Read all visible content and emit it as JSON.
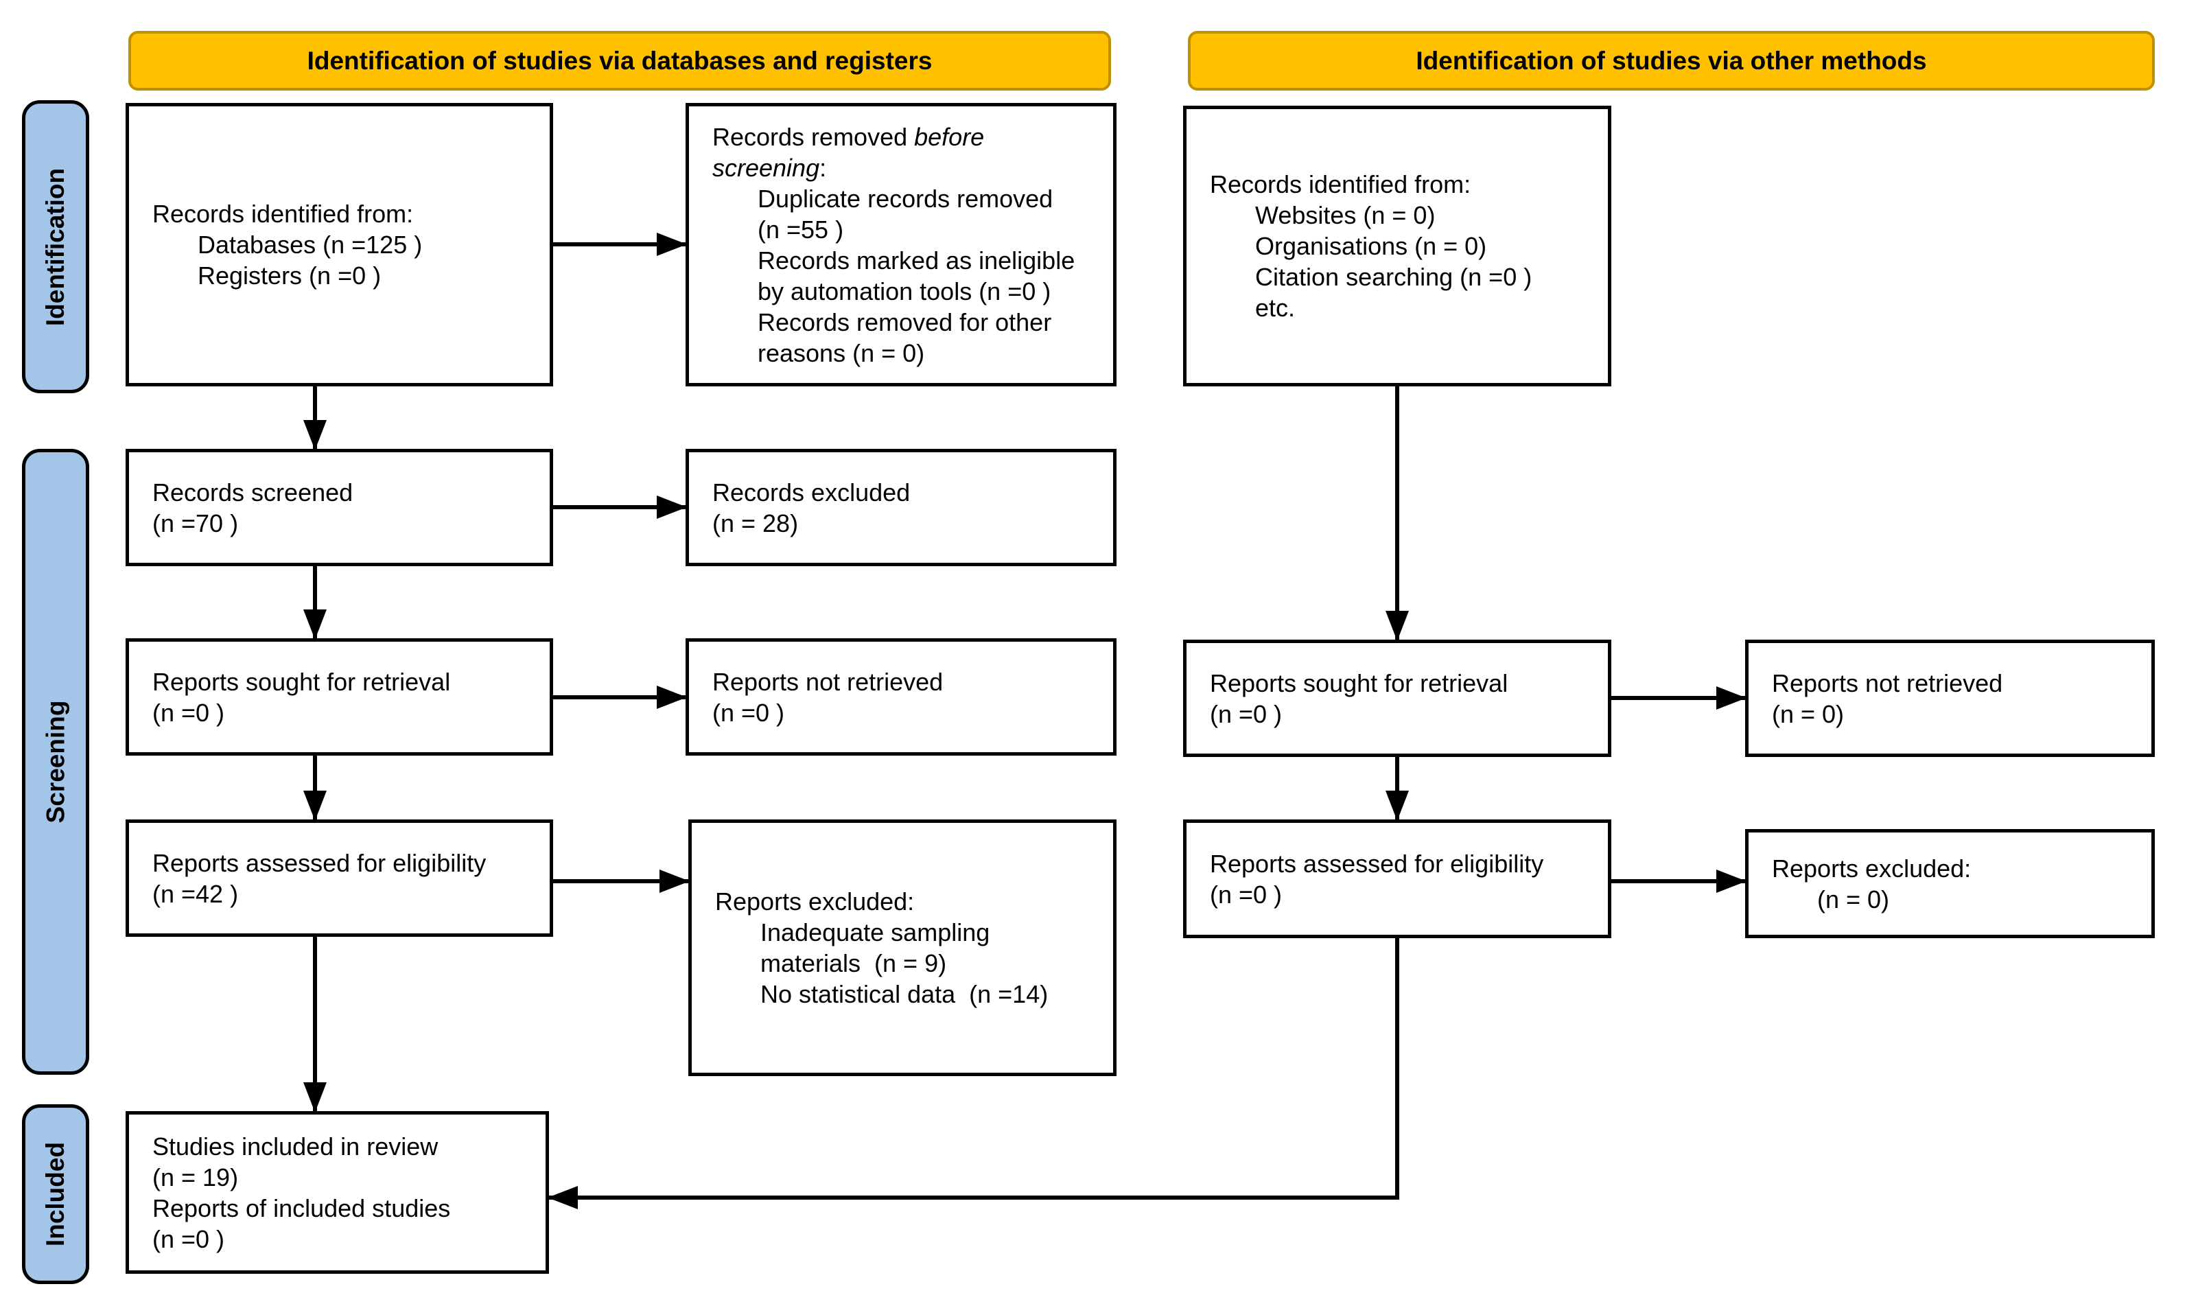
{
  "banners": {
    "databases": "Identification of studies via databases and registers",
    "other": "Identification of studies via other methods"
  },
  "stages": {
    "identification": "Identification",
    "screening": "Screening",
    "included": "Included"
  },
  "colors": {
    "banner_fill": "#FFC000",
    "banner_border": "#BF9000",
    "stage_fill": "#A3C6E8",
    "box_border": "#000000",
    "arrow": "#000000"
  },
  "boxes": {
    "records_identified_db": {
      "title": "Records identified from:",
      "items": [
        "Databases (n =125 )",
        "Registers (n =0 )"
      ]
    },
    "records_removed": {
      "title_normal_1": "Records removed ",
      "title_italic_1": "before",
      "title_italic_2": "screening",
      "title_normal_2": ":",
      "items": [
        "Duplicate records removed",
        "(n =55 )",
        "Records marked as ineligible",
        "by automation tools (n =0 )",
        "Records removed for other",
        "reasons (n = 0)"
      ]
    },
    "records_identified_other": {
      "title": "Records identified from:",
      "items": [
        "Websites (n = 0)",
        "Organisations (n = 0)",
        "Citation searching (n =0 )",
        "etc."
      ]
    },
    "records_screened": {
      "lines": [
        "Records screened",
        "(n =70 )"
      ]
    },
    "records_excluded": {
      "lines": [
        "Records excluded",
        "(n = 28)"
      ]
    },
    "reports_sought_db": {
      "lines": [
        "Reports sought for retrieval",
        "(n =0 )"
      ]
    },
    "reports_not_retrieved_db": {
      "lines": [
        "Reports not retrieved",
        "(n =0 )"
      ]
    },
    "reports_assessed_db": {
      "lines": [
        "Reports assessed for eligibility",
        "(n =42 )"
      ]
    },
    "reports_excluded_db": {
      "title": "Reports excluded:",
      "items": [
        "Inadequate sampling",
        "materials  (n = 9)",
        "No statistical data  (n =14)"
      ]
    },
    "reports_sought_other": {
      "lines": [
        "Reports sought for retrieval",
        "(n =0 )"
      ]
    },
    "reports_not_retrieved_other": {
      "lines": [
        "Reports not retrieved",
        "(n = 0)"
      ]
    },
    "reports_assessed_other": {
      "lines": [
        "Reports assessed for eligibility",
        "(n =0 )"
      ]
    },
    "reports_excluded_other": {
      "title": "Reports excluded:",
      "items": [
        "(n = 0)"
      ]
    },
    "studies_included": {
      "lines": [
        "Studies included in review",
        "(n = 19)",
        "Reports of included studies",
        "(n =0 )"
      ]
    }
  }
}
